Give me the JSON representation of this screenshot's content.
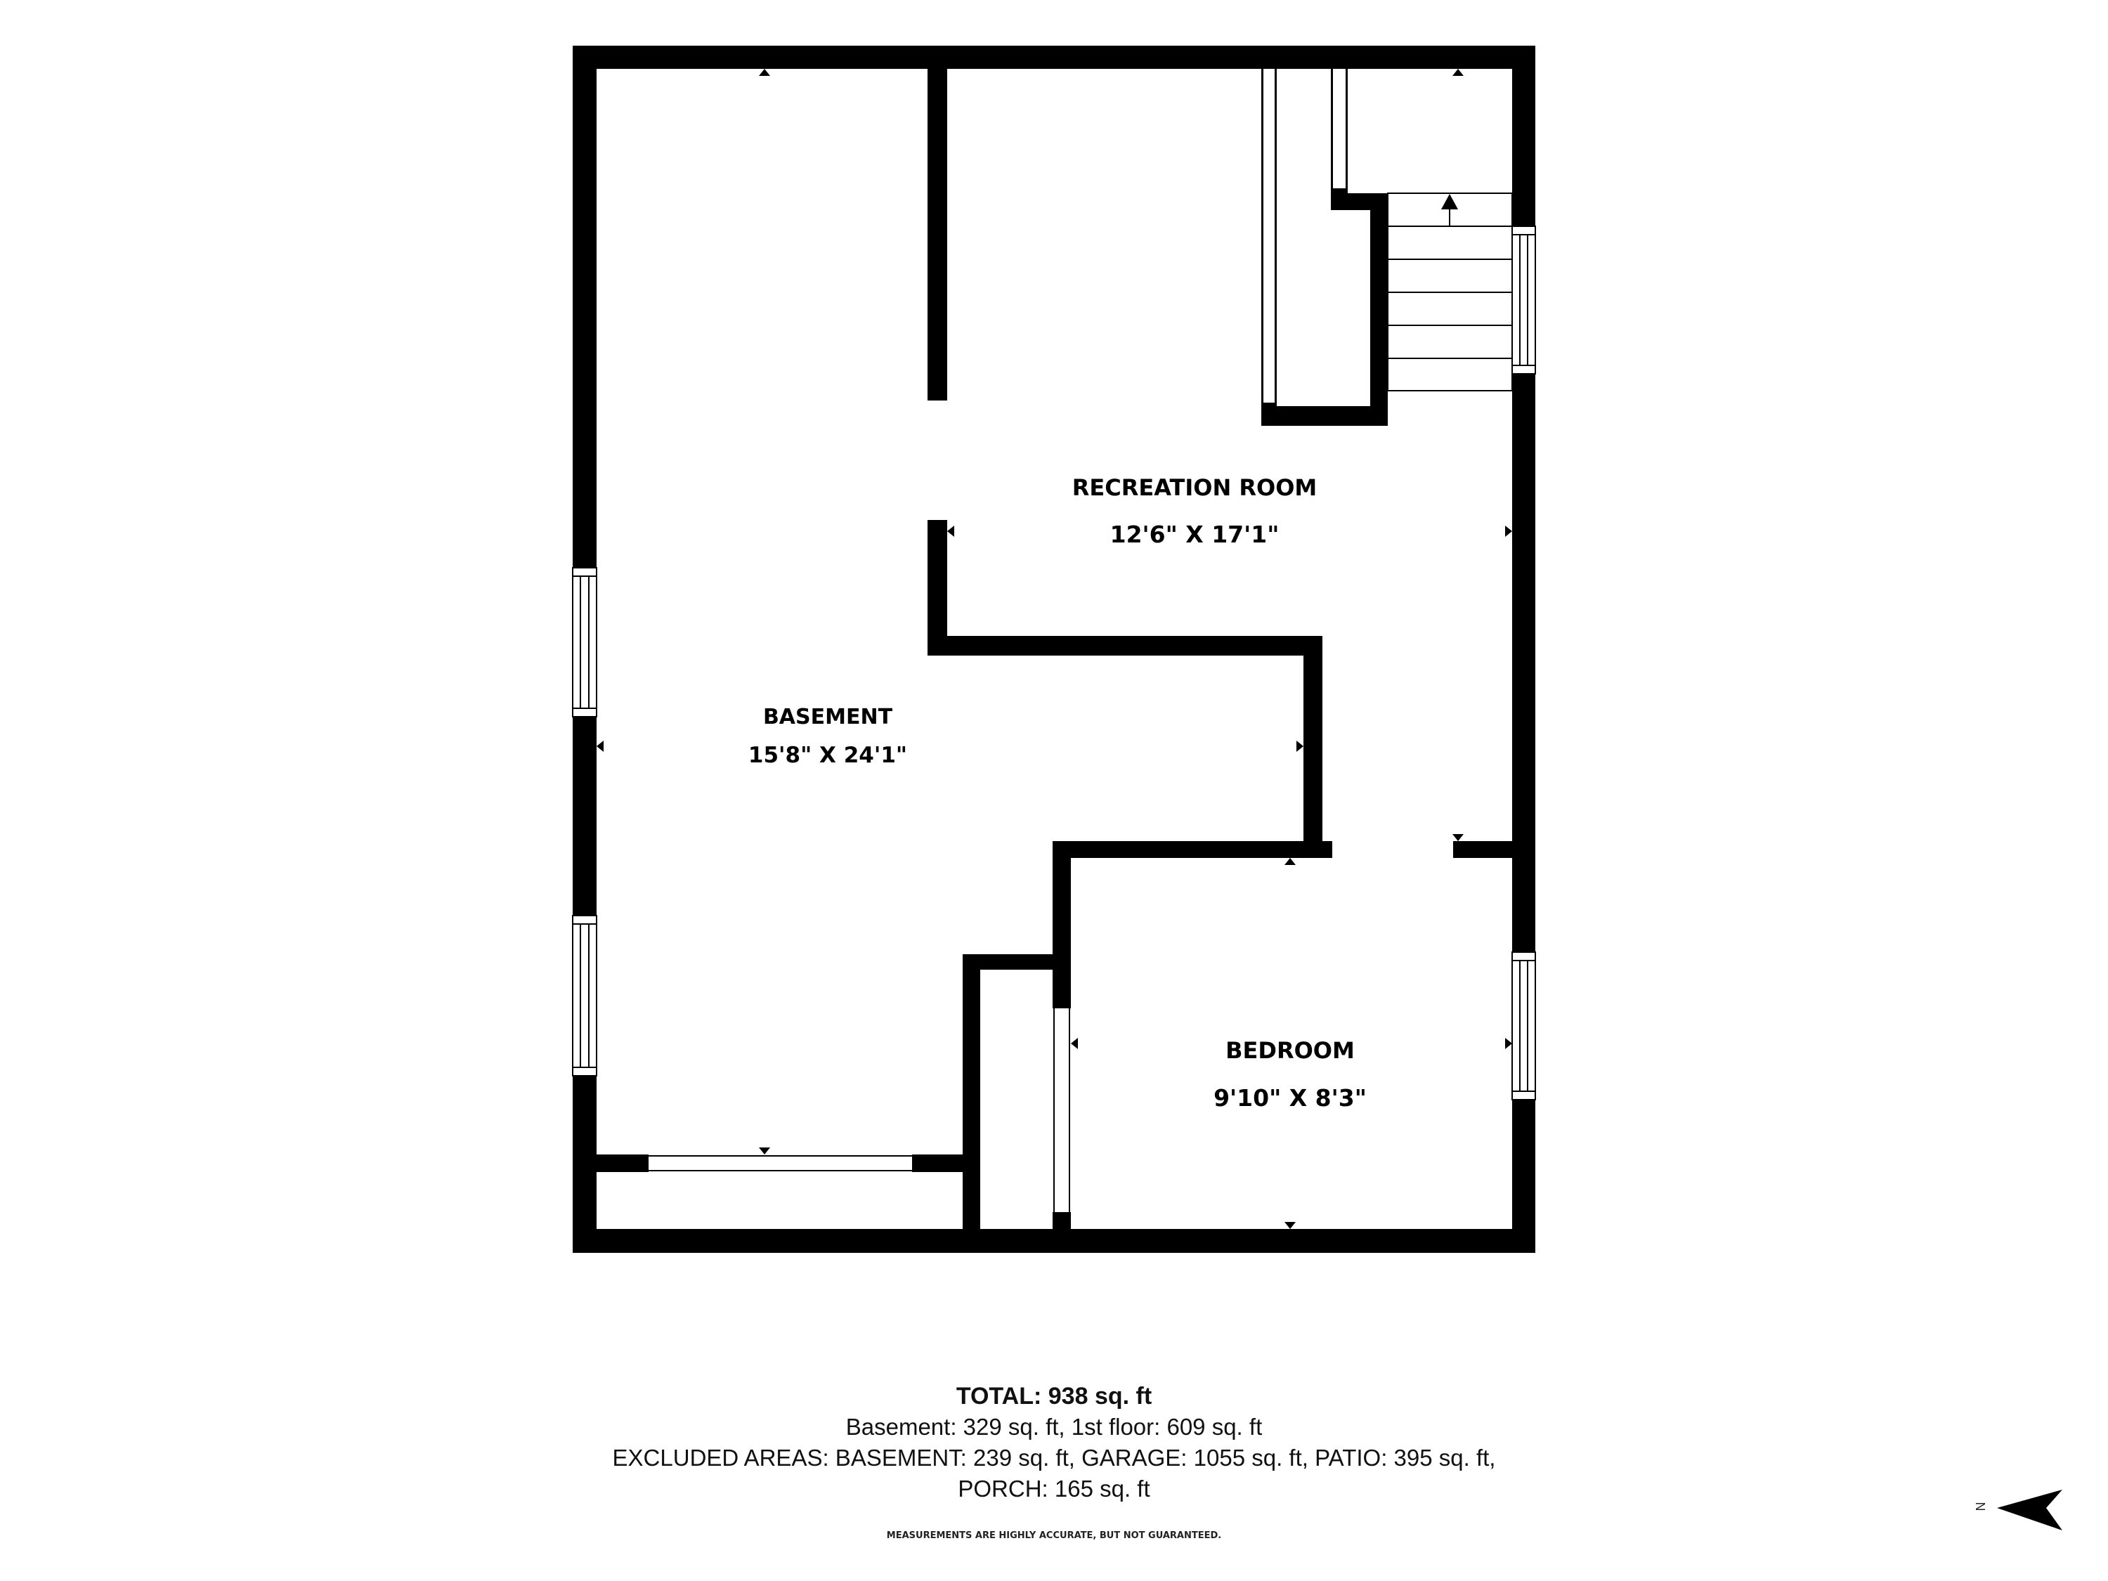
{
  "rooms": {
    "basement": {
      "name": "BASEMENT",
      "dimensions": "15'8\" X 24'1\""
    },
    "recreation": {
      "name": "RECREATION ROOM",
      "dimensions": "12'6\" X 17'1\""
    },
    "bedroom": {
      "name": "BEDROOM",
      "dimensions": "9'10\" X 8'3\""
    }
  },
  "summary": {
    "total": "TOTAL: 938 sq. ft",
    "line1": "Basement: 329 sq. ft, 1st floor: 609 sq. ft",
    "line2": "EXCLUDED AREAS: BASEMENT: 239 sq. ft, GARAGE: 1055 sq. ft, PATIO: 395 sq. ft,",
    "line3": "PORCH: 165 sq. ft"
  },
  "disclaimer": "MEASUREMENTS ARE HIGHLY ACCURATE, BUT NOT GUARANTEED.",
  "compass": {
    "label": "N"
  },
  "colors": {
    "wall": "#000000",
    "background": "#ffffff",
    "window_frame": "#555555"
  }
}
